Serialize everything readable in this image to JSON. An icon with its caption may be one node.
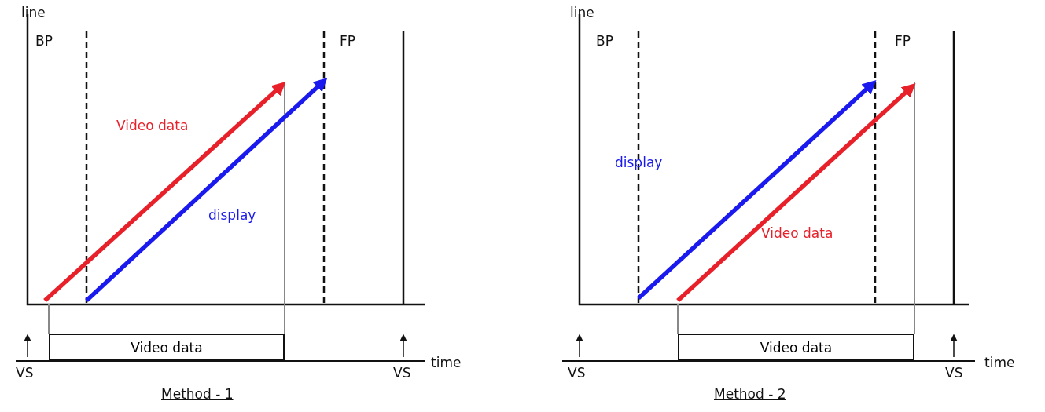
{
  "diagram": {
    "nodes": [
      {
        "text": [
          "Video data"
        ]
      },
      {
        "text": [
          "Video data"
        ]
      }
    ],
    "labels": [
      "line",
      "BP",
      "FP",
      "Video data",
      "display",
      "VS",
      "VS",
      "time",
      "Method - 1",
      "line",
      "BP",
      "FP",
      "display",
      "Video data",
      "VS",
      "VS",
      "time",
      "Method - 2"
    ]
  }
}
